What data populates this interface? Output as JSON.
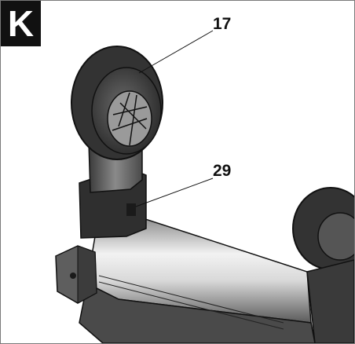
{
  "figure": {
    "letter": "K"
  },
  "callouts": [
    {
      "label": "17"
    },
    {
      "label": "29"
    }
  ],
  "colors": {
    "ink": "#111111",
    "part_dark": "#3a3a3a",
    "part_mid": "#6e6e6e",
    "part_light": "#bdbdbd",
    "tube_highlight": "#f2f2f2",
    "frame_border": "#7a7a7a"
  }
}
